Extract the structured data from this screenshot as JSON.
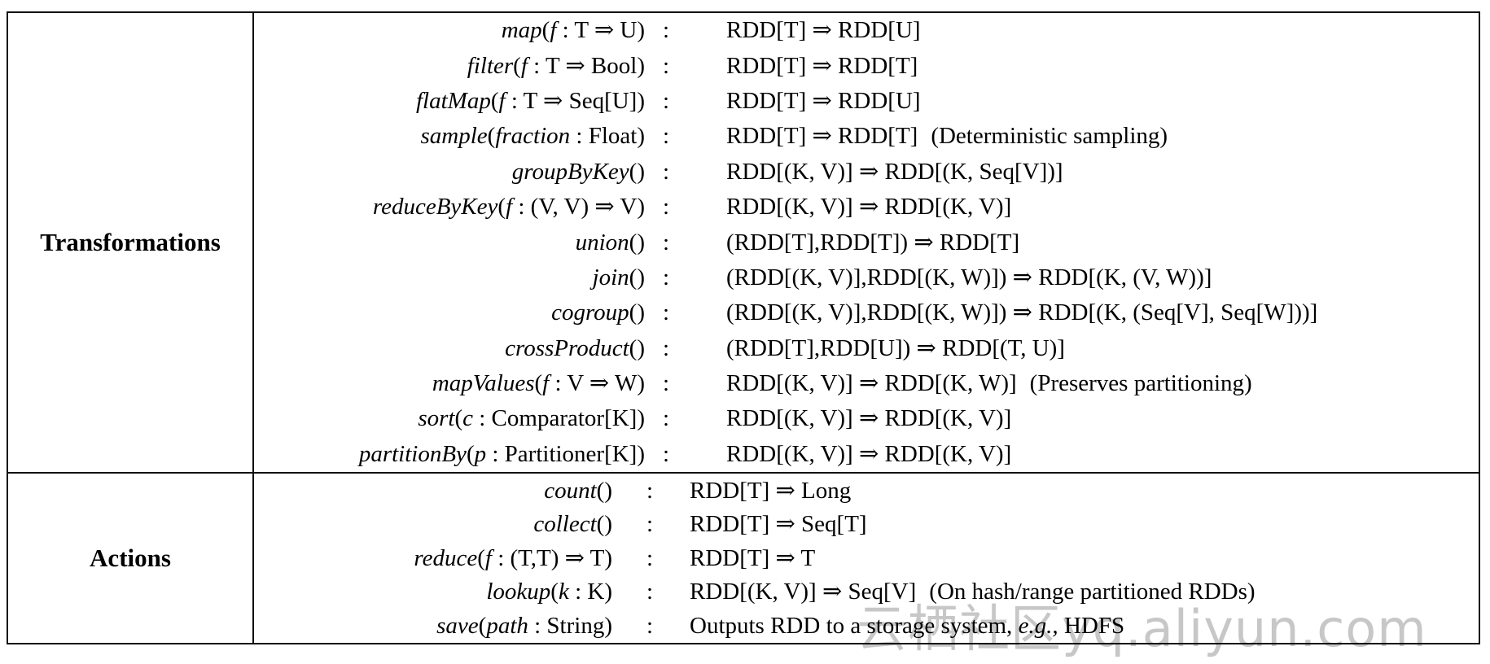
{
  "table": {
    "colon": ":",
    "sections": [
      {
        "label": "Transformations",
        "rows": [
          {
            "sig": "*map*(*f* : T ⇒ U)",
            "type": "RDD[T] ⇒ RDD[U]",
            "note": ""
          },
          {
            "sig": "*filter*(*f* : T ⇒ Bool)",
            "type": "RDD[T] ⇒ RDD[T]",
            "note": ""
          },
          {
            "sig": "*flatMap*(*f* : T ⇒ Seq[U])",
            "type": "RDD[T] ⇒ RDD[U]",
            "note": ""
          },
          {
            "sig": "*sample*(*fraction* : Float)",
            "type": "RDD[T] ⇒ RDD[T]",
            "note": "(Deterministic sampling)"
          },
          {
            "sig": "*groupByKey*()",
            "type": "RDD[(K, V)] ⇒ RDD[(K, Seq[V])]",
            "note": ""
          },
          {
            "sig": "*reduceByKey*(*f* : (V, V) ⇒ V)",
            "type": "RDD[(K, V)] ⇒ RDD[(K, V)]",
            "note": ""
          },
          {
            "sig": "*union*()",
            "type": "(RDD[T],RDD[T]) ⇒ RDD[T]",
            "note": ""
          },
          {
            "sig": "*join*()",
            "type": "(RDD[(K, V)],RDD[(K, W)]) ⇒ RDD[(K, (V, W))]",
            "note": ""
          },
          {
            "sig": "*cogroup*()",
            "type": "(RDD[(K, V)],RDD[(K, W)]) ⇒ RDD[(K, (Seq[V], Seq[W]))]",
            "note": ""
          },
          {
            "sig": "*crossProduct*()",
            "type": "(RDD[T],RDD[U]) ⇒ RDD[(T, U)]",
            "note": ""
          },
          {
            "sig": "*mapValues*(*f* : V ⇒ W)",
            "type": "RDD[(K, V)] ⇒ RDD[(K, W)]",
            "note": "(Preserves partitioning)"
          },
          {
            "sig": "*sort*(*c* : Comparator[K])",
            "type": "RDD[(K, V)] ⇒ RDD[(K, V)]",
            "note": ""
          },
          {
            "sig": "*partitionBy*(*p* : Partitioner[K])",
            "type": "RDD[(K, V)] ⇒ RDD[(K, V)]",
            "note": ""
          }
        ]
      },
      {
        "label": "Actions",
        "rows": [
          {
            "sig": "*count*()",
            "type": "RDD[T] ⇒ Long",
            "note": ""
          },
          {
            "sig": "*collect*()",
            "type": "RDD[T] ⇒ Seq[T]",
            "note": ""
          },
          {
            "sig": "*reduce*(*f* : (T,T) ⇒ T)",
            "type": "RDD[T] ⇒ T",
            "note": ""
          },
          {
            "sig": "*lookup*(*k* : K)",
            "type": "RDD[(K, V)] ⇒ Seq[V]",
            "note": "(On hash/range partitioned RDDs)"
          },
          {
            "sig": "*save*(*path* : String)",
            "type": "Outputs RDD to a storage system, *e.g.,* HDFS",
            "note": ""
          }
        ]
      }
    ]
  },
  "watermark": {
    "text_cn": "云栖社区",
    "text_domain": "yq.aliyun.com"
  },
  "colors": {
    "border": "#111111",
    "text": "#000000",
    "watermark": "#c7c7c7",
    "background": "#ffffff"
  }
}
